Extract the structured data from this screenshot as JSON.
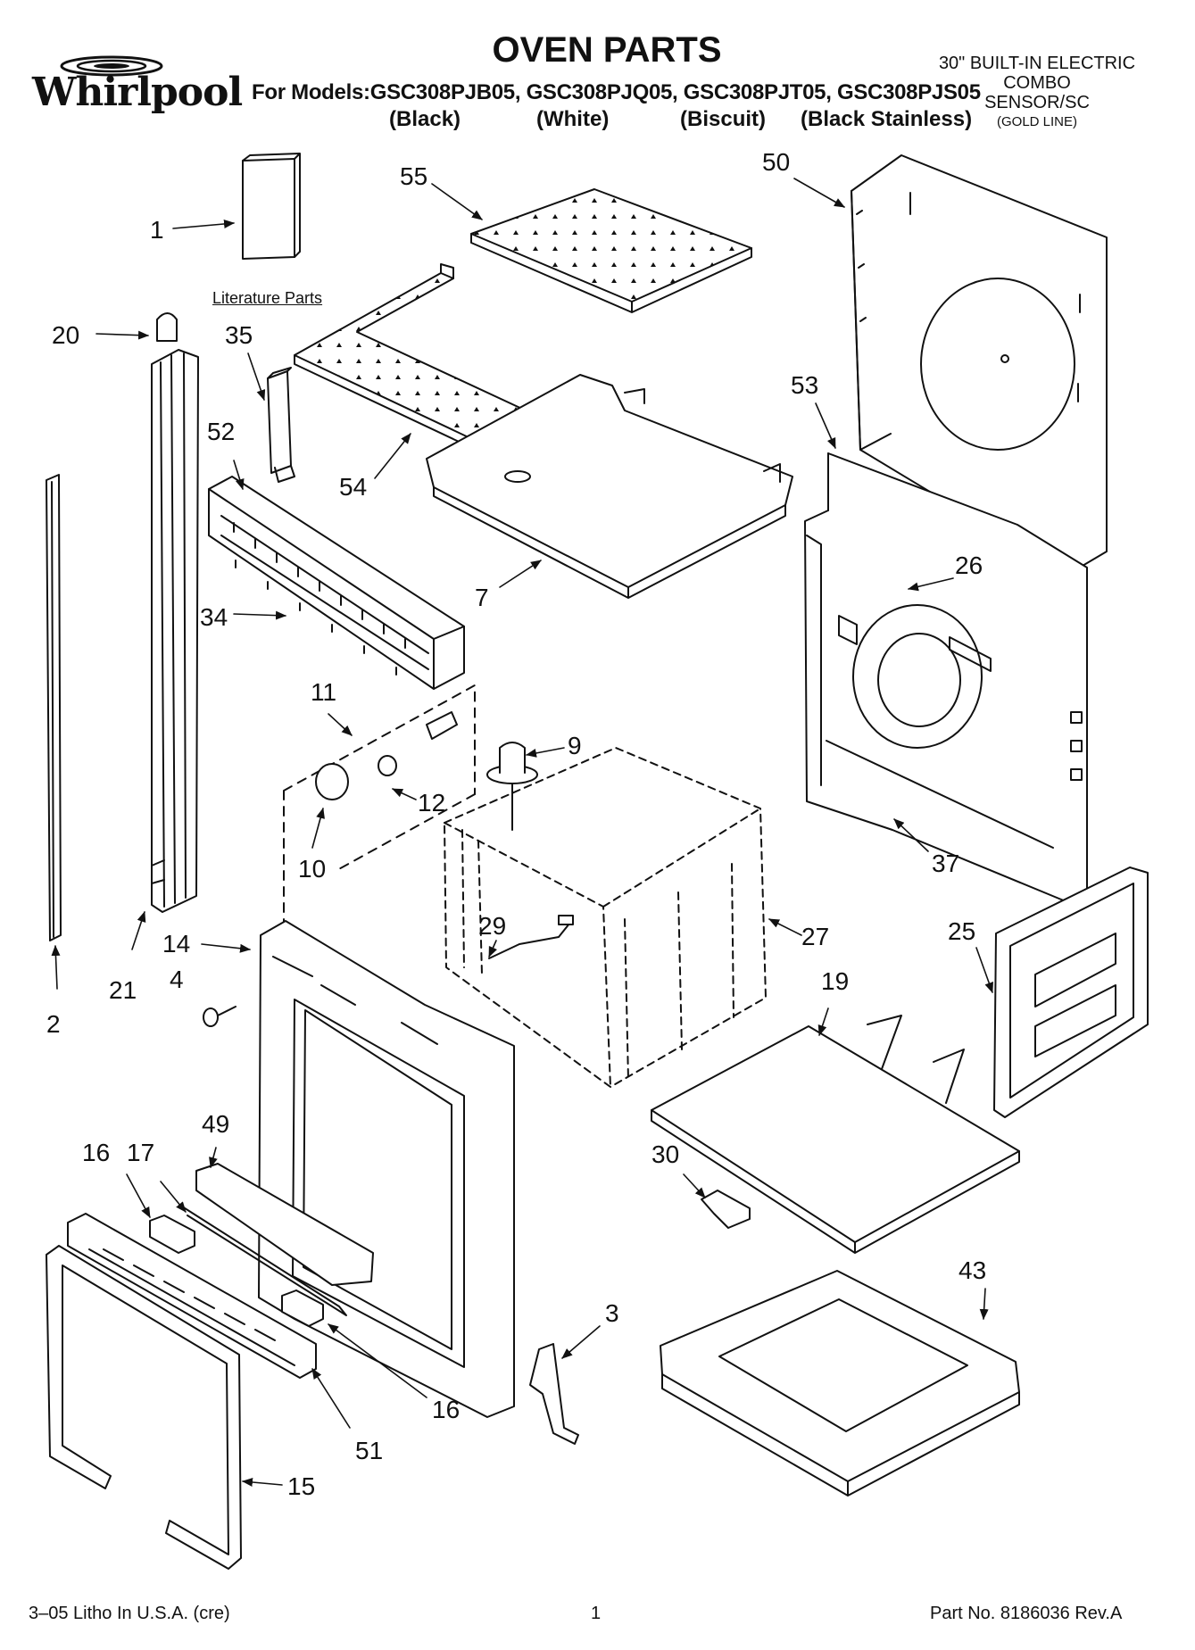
{
  "brand": {
    "name": "Whirlpool"
  },
  "header": {
    "title": "OVEN PARTS",
    "models_line": "For Models:GSC308PJB05, GSC308PJQ05, GSC308PJT05, GSC308PJS05",
    "colors": [
      "(Black)",
      "(White)",
      "(Biscuit)",
      "(Black Stainless)"
    ],
    "product_desc": [
      "30\" BUILT-IN ELECTRIC",
      "COMBO",
      "SENSOR/SC"
    ],
    "product_line": "(GOLD LINE)"
  },
  "diagram": {
    "literature_label": "Literature Parts",
    "callouts": [
      "1",
      "20",
      "35",
      "52",
      "54",
      "55",
      "7",
      "50",
      "53",
      "26",
      "34",
      "11",
      "9",
      "12",
      "10",
      "37",
      "14",
      "29",
      "27",
      "25",
      "21",
      "4",
      "2",
      "19",
      "49",
      "16",
      "17",
      "30",
      "43",
      "3",
      "16",
      "51",
      "15"
    ]
  },
  "footer": {
    "left": "3–05 Litho In U.S.A. (cre)",
    "page": "1",
    "part_no": "Part No. 8186036 Rev.A"
  },
  "icons": {
    "logo": "whirlpool-swirl-icon"
  }
}
